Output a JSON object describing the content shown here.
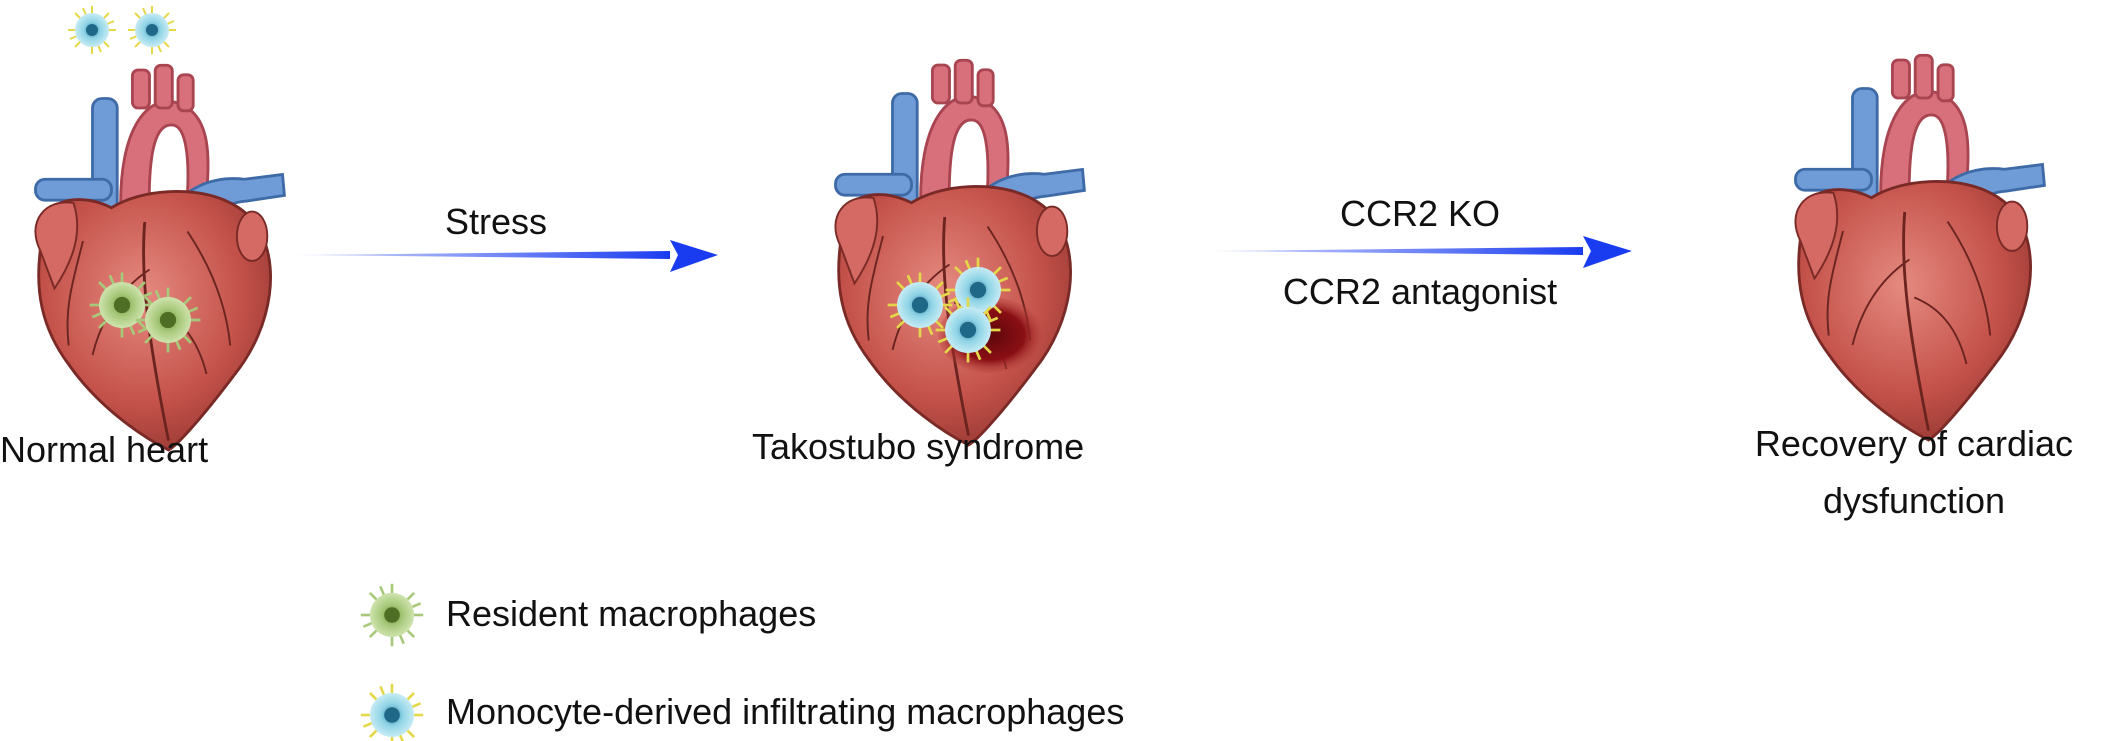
{
  "stages": [
    {
      "label": "Normal heart"
    },
    {
      "label": "Takostubo syndrome"
    },
    {
      "label_line1": "Recovery of cardiac",
      "label_line2": "dysfunction"
    }
  ],
  "arrows": [
    {
      "label_top": "Stress"
    },
    {
      "label_top": "CCR2 KO",
      "label_bottom": "CCR2 antagonist"
    }
  ],
  "legend": [
    {
      "label": "Resident macrophages",
      "icon": "resident-macrophage-icon"
    },
    {
      "label": "Monocyte-derived infiltrating macrophages",
      "icon": "monocyte-macrophage-icon"
    }
  ],
  "colors": {
    "arrow": "#1a3cf0",
    "heart_muscle": "#c4524a",
    "vessel_blue": "#6f9bd6",
    "aorta_pink": "#d7707a",
    "resident_macrophage": "#a7c97a",
    "monocyte_macrophage": "#8fd4e6",
    "injury": "#8a0f14"
  }
}
